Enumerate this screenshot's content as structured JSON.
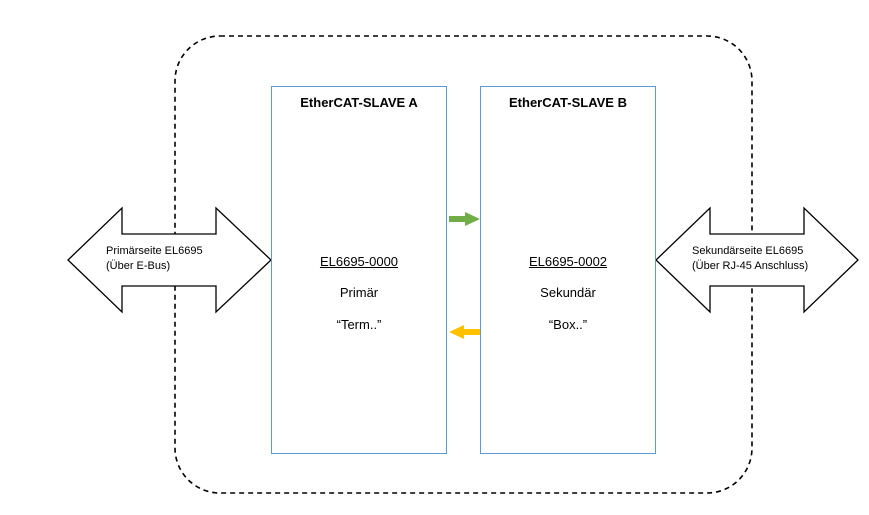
{
  "slave_a": {
    "title": "EtherCAT-SLAVE A",
    "model": "EL6695-0000",
    "role": "Primär",
    "mode": "“Term..”"
  },
  "slave_b": {
    "title": "EtherCAT-SLAVE B",
    "model": "EL6695-0002",
    "role": "Sekundär",
    "mode": "“Box..”"
  },
  "left_arrow": {
    "line1": "Primärseite EL6695",
    "line2": "(Über E-Bus)"
  },
  "right_arrow": {
    "line1": "Sekundärseite EL6695",
    "line2": "(Über RJ-45 Anschluss)"
  },
  "colors": {
    "box_border": "#5b9bd5",
    "arrow_forward": "#70ad47",
    "arrow_backward": "#ffc000",
    "outline": "#000000"
  }
}
